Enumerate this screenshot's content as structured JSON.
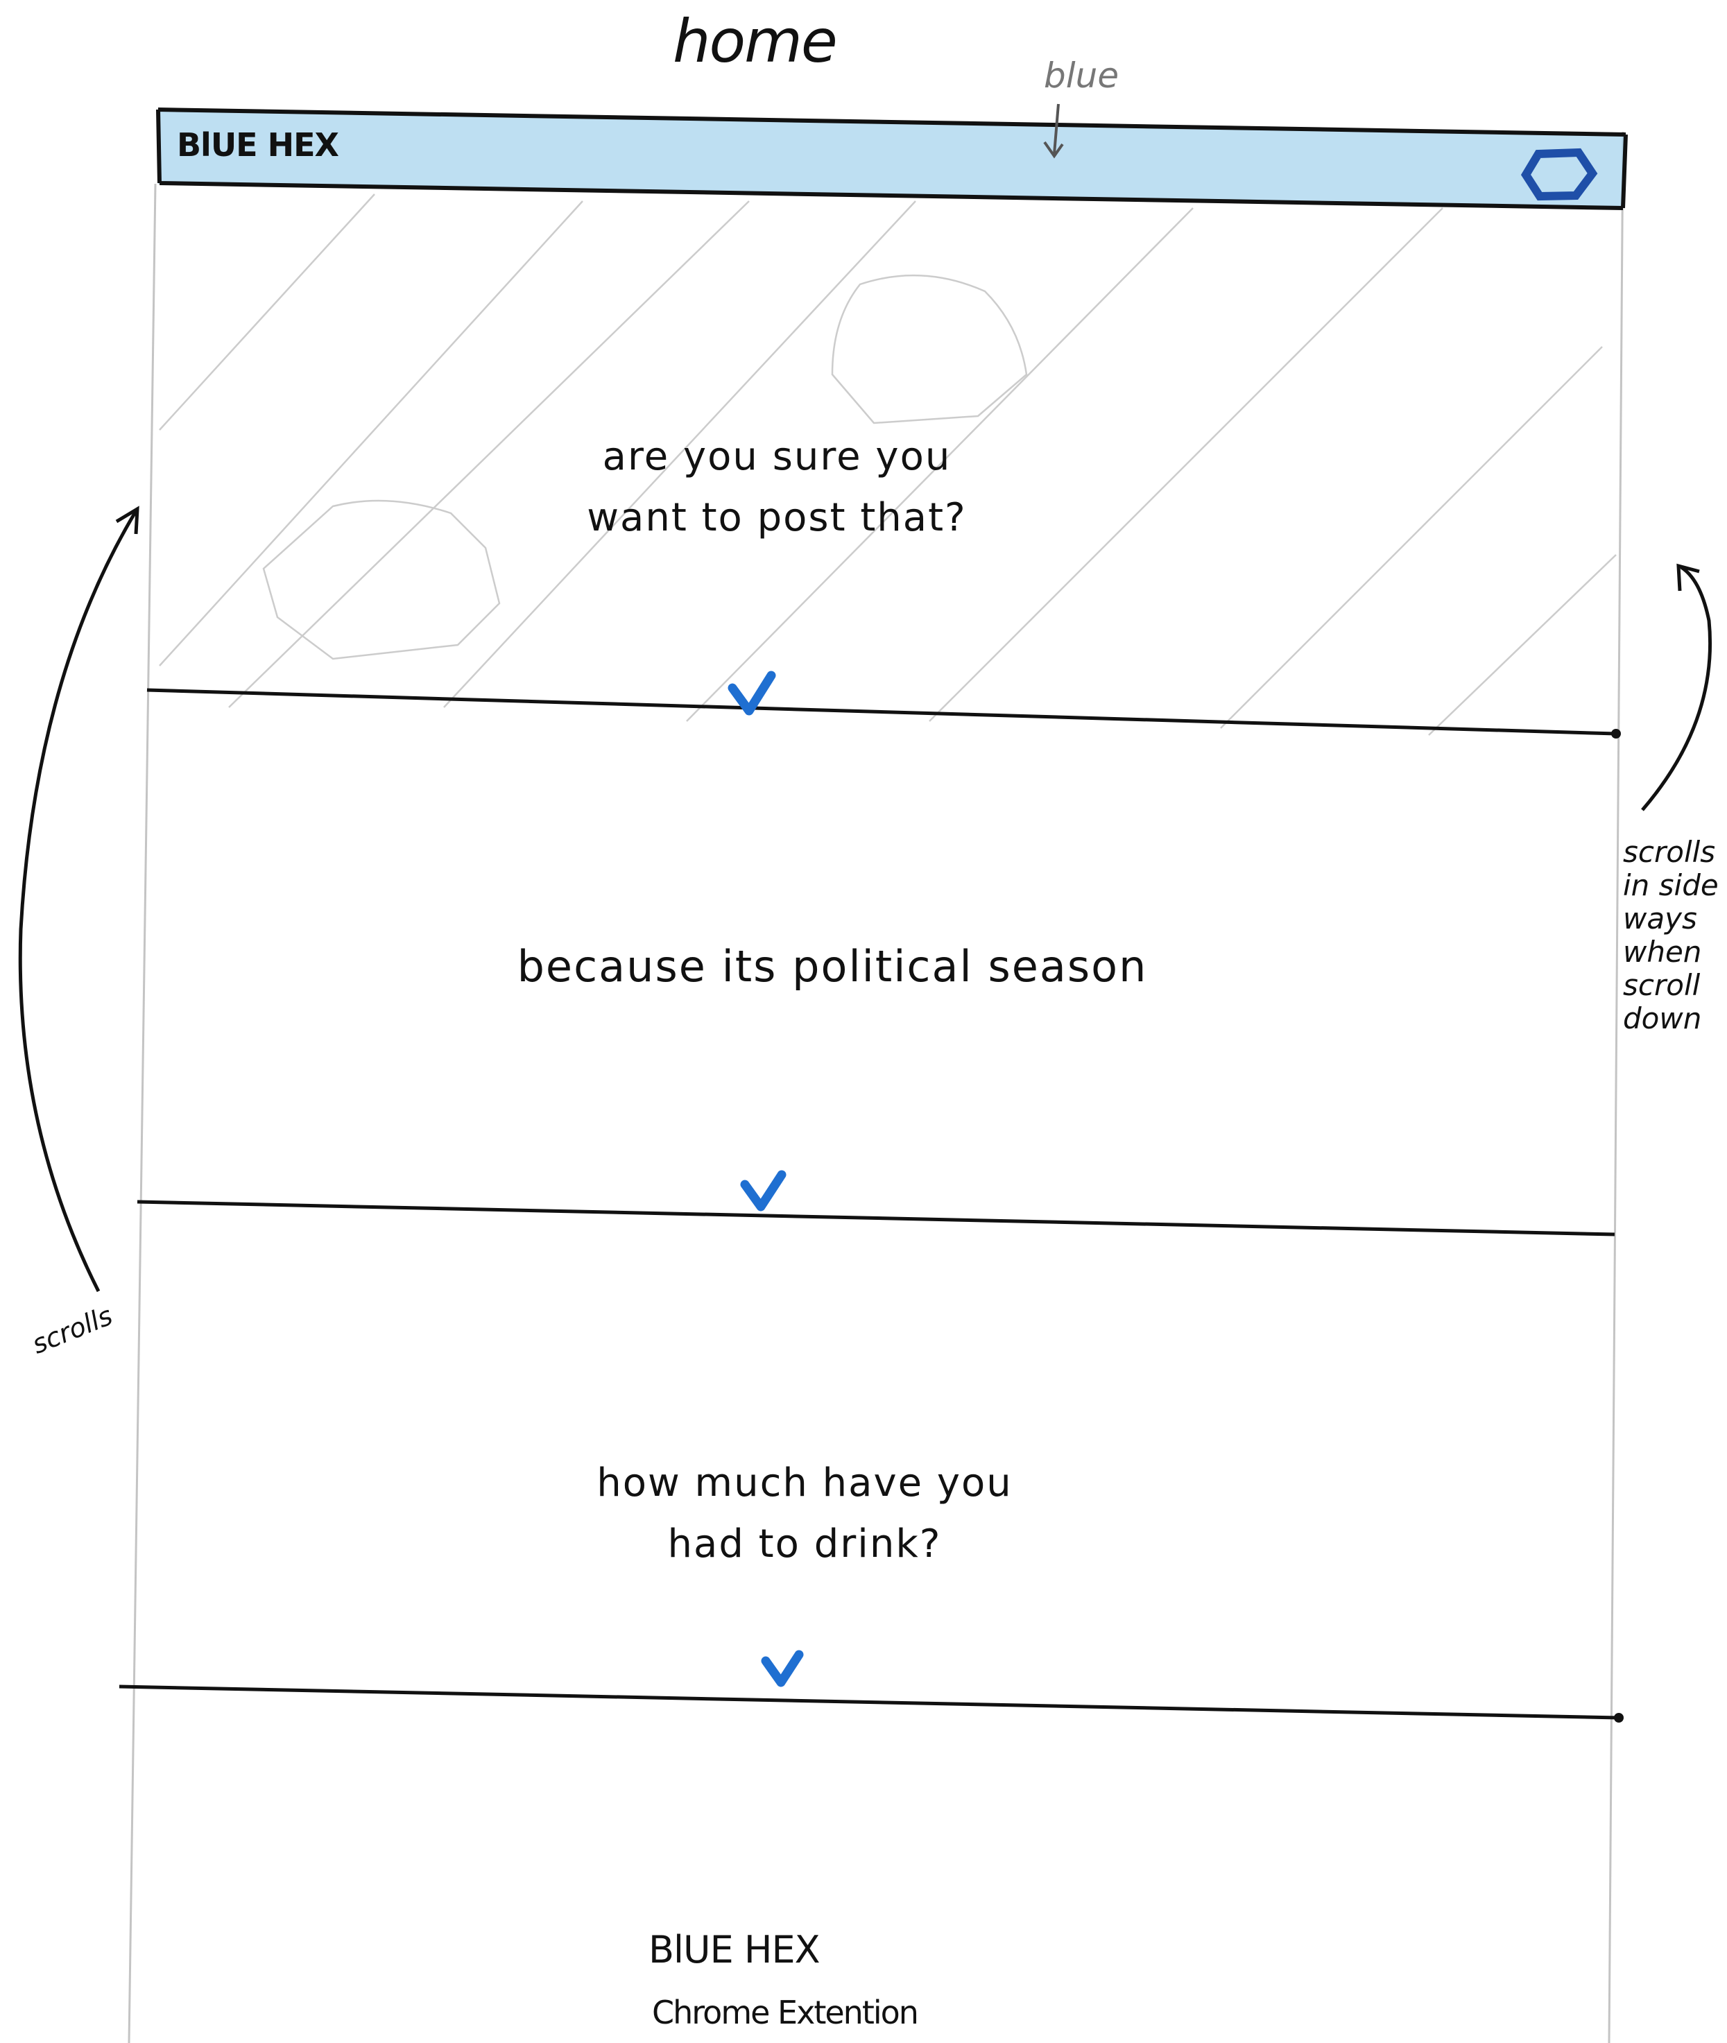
{
  "page": {
    "title": "home"
  },
  "annotations": {
    "header_color_note": "blue",
    "left_scroll_note": "scrolls",
    "right_scroll_note": "scrolls\nin side\nways\nwhen\nscroll\ndown"
  },
  "header": {
    "brand": "BlUE HEX",
    "logo_icon": "hexagon-icon",
    "color": "#a8d4ee"
  },
  "panels": [
    {
      "text": "are you sure you\nwant to post that?",
      "chevron_icon": "chevron-down-icon"
    },
    {
      "text": "because its political season",
      "chevron_icon": "chevron-down-icon"
    },
    {
      "text": "how much have you\nhad to drink?",
      "chevron_icon": "chevron-down-icon"
    }
  ],
  "footer": {
    "brand": "BlUE HEX",
    "subtitle": "Chrome Extention"
  },
  "colors": {
    "accent": "#1f6fd1",
    "ink": "#111111",
    "pencil": "#b5b5b5"
  }
}
